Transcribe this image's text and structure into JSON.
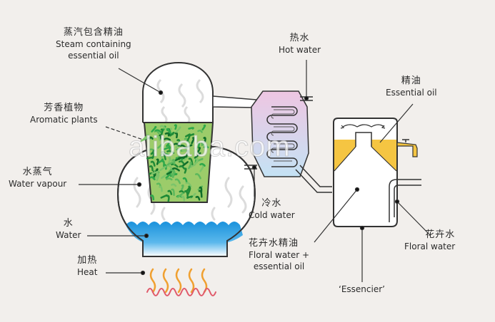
{
  "diagram": {
    "title": "Steam distillation of essential oils",
    "labels": {
      "steam": {
        "zh": "蒸汽包含精油",
        "en1": "Steam containing",
        "en2": "essential oil"
      },
      "plants": {
        "zh": "芳香植物",
        "en": "Aromatic plants"
      },
      "vapour": {
        "zh": "水蒸气",
        "en": "Water vapour"
      },
      "water": {
        "zh": "水",
        "en": "Water"
      },
      "heat": {
        "zh": "加热",
        "en": "Heat"
      },
      "hot_water": {
        "zh": "热水",
        "en": "Hot water"
      },
      "cold_water": {
        "zh": "冷水",
        "en": "Cold water"
      },
      "floral_oil": {
        "zh": "花卉水精油",
        "en1": "Floral water +",
        "en2": "essential oil"
      },
      "essential_oil": {
        "zh": "精油",
        "en": "Essential oil"
      },
      "floral_water": {
        "zh": "花卉水",
        "en": "Floral water"
      },
      "essencier": {
        "en": "‘Essencier’"
      }
    },
    "watermark": "alibaba.com",
    "colors": {
      "background": "#f2efec",
      "water": "#1f9be0",
      "oil": "#f5c542",
      "plants": "#2e9a3c",
      "heat_flame": "#f0a030",
      "heat_coil": "#e05a6a",
      "condenser_top": "#ecc8e4",
      "condenser_bottom": "#c8e4f4"
    }
  }
}
